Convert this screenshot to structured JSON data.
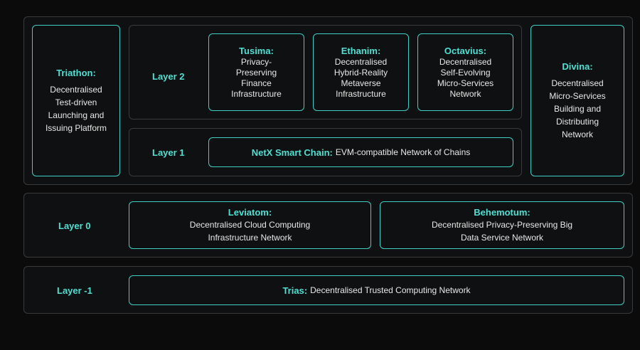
{
  "layers": {
    "layer2_label": "Layer 2",
    "layer1_label": "Layer 1",
    "layer0_label": "Layer 0",
    "layerm1_label": "Layer -1"
  },
  "triathon": {
    "title": "Triathon:",
    "desc": "Decentralised\nTest-driven\nLaunching and\nIssuing Platform"
  },
  "tusima": {
    "title": "Tusima:",
    "desc": "Privacy-\nPreserving\nFinance\nInfrastructure"
  },
  "ethanim": {
    "title": "Ethanim:",
    "desc": "Decentralised\nHybrid-Reality\nMetaverse\nInfrastructure"
  },
  "octavius": {
    "title": "Octavius:",
    "desc": "Decentralised\nSelf-Evolving\nMicro-Services\nNetwork"
  },
  "divina": {
    "title": "Divina:",
    "desc": "Decentralised\nMicro-Services\nBuilding and\nDistributing\nNetwork"
  },
  "netx": {
    "title": "NetX Smart Chain:",
    "desc": "EVM-compatible Network of Chains"
  },
  "leviatom": {
    "title": "Leviatom:",
    "desc": "Decentralised Cloud Computing\nInfrastructure Network"
  },
  "behemotum": {
    "title": "Behemotum:",
    "desc": "Decentralised Privacy-Preserving Big\nData Service Network"
  },
  "trias": {
    "title": "Trias:",
    "desc": "Decentralised Trusted Computing Network"
  },
  "colors": {
    "accent": "#4fe0d3",
    "border": "#3fcfc4",
    "panel_border": "#3a3b3d",
    "background": "#0b0b0c"
  }
}
